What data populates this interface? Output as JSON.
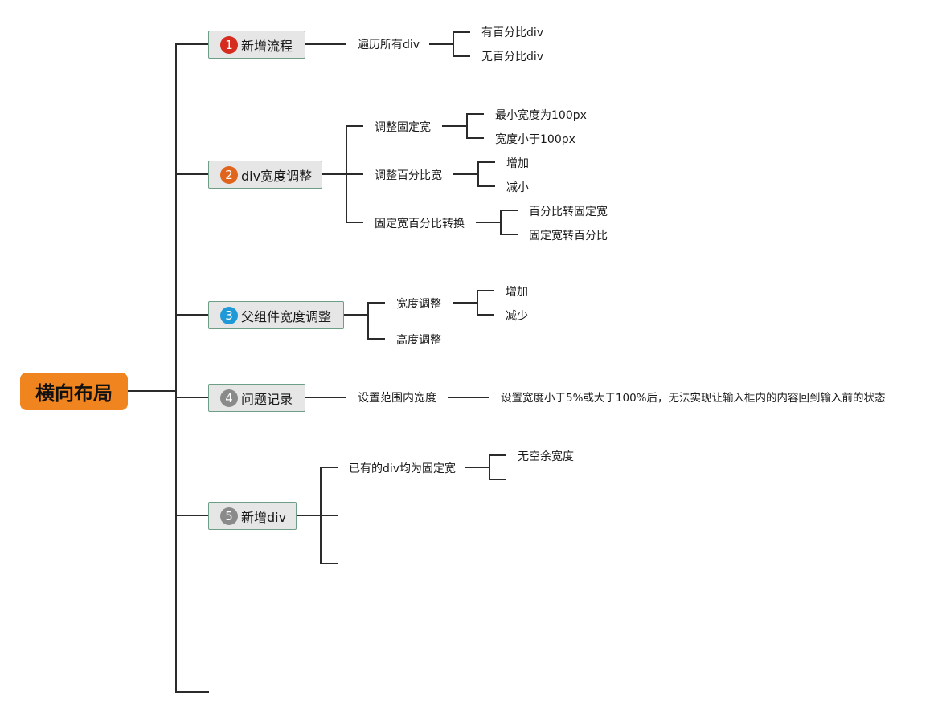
{
  "root": {
    "label": "横向布局",
    "color": "#f0841f"
  },
  "topics": [
    {
      "number": "1",
      "badge_color": "#d62b1f",
      "label": "新增流程",
      "children": [
        {
          "label": "遍历所有div",
          "children": [
            "有百分比div",
            "无百分比div"
          ]
        }
      ]
    },
    {
      "number": "2",
      "badge_color": "#e0641b",
      "label": "div宽度调整",
      "children": [
        {
          "label": "调整固定宽",
          "children": [
            "最小宽度为100px",
            "宽度小于100px"
          ]
        },
        {
          "label": "调整百分比宽",
          "children": [
            "增加",
            "减小"
          ]
        },
        {
          "label": "固定宽百分比转换",
          "children": [
            "百分比转固定宽",
            "固定宽转百分比"
          ]
        }
      ]
    },
    {
      "number": "3",
      "badge_color": "#1f9ad6",
      "label": "父组件宽度调整",
      "children": [
        {
          "label": "宽度调整",
          "children": [
            "增加",
            "减少"
          ]
        },
        {
          "label": "高度调整",
          "children": []
        }
      ]
    },
    {
      "number": "4",
      "badge_color": "#8a8a8a",
      "label": "问题记录",
      "children": [
        {
          "label": "设置范围内宽度",
          "children": [
            "设置宽度小于5%或大于100%后，无法实现让输入框内的内容回到输入前的状态"
          ]
        }
      ]
    },
    {
      "number": "5",
      "badge_color": "#8a8a8a",
      "label": "新增div",
      "children": [
        {
          "label": "已有的div均为固定宽",
          "children": [
            "无空余宽度"
          ]
        }
      ]
    }
  ]
}
